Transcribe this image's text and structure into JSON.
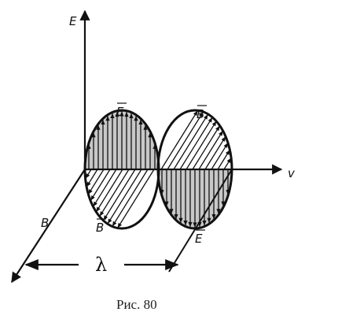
{
  "figure": {
    "axis_labels": {
      "vertical": "E",
      "horizontal": "v",
      "depth": "B"
    },
    "field_labels": {
      "e_top": "E",
      "b_top": "B",
      "b_bottom": "B",
      "e_bottom": "E"
    },
    "wavelength_symbol": "λ",
    "caption": "Рис. 80",
    "colors": {
      "ink": "#111111",
      "shaded_lobe": "#c8c8c8",
      "background": "#ffffff"
    }
  }
}
